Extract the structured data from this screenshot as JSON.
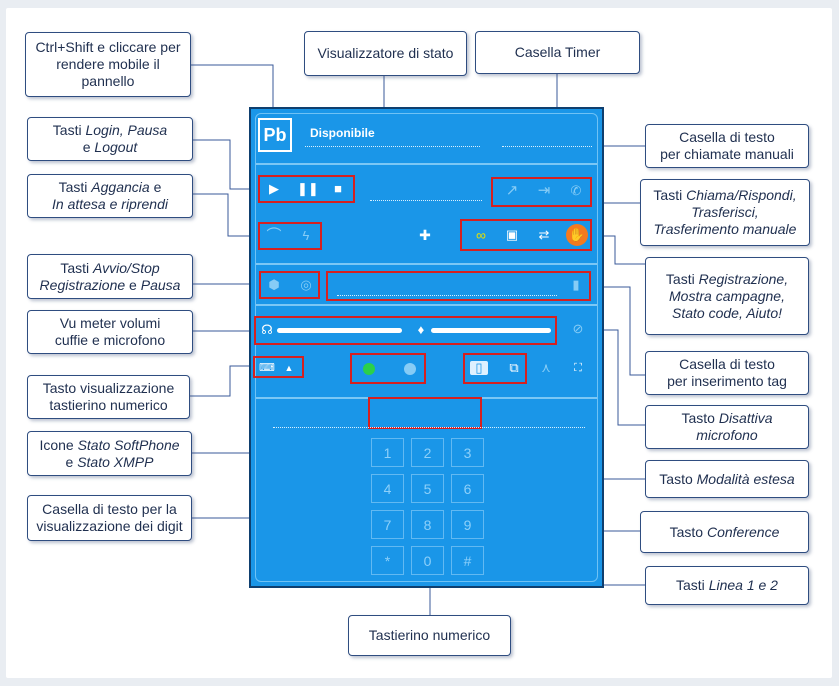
{
  "callouts": {
    "mobile_panel": "Ctrl+Shift e cliccare per\nrendere mobile il\npannello",
    "status_viewer": "Visualizzatore di stato",
    "timer_box": "Casella Timer",
    "login_pre": "Tasti ",
    "login_it1": "Login, Pausa",
    "login_mid": "\ne ",
    "login_it2": "Logout",
    "manual_call": "Casella di testo\nper chiamate manuali",
    "hook_pre": "Tasti ",
    "hook_it1": "Aggancia",
    "hook_mid": " e\n",
    "hook_it2": "In attesa e riprendi",
    "call_pre": "Tasti ",
    "call_it": "Chiama/Rispondi,\nTrasferisci,\nTrasferimento manuale",
    "rec_pre": "Tasti ",
    "rec_it": "Avvio/Stop\nRegistrazione",
    "rec_post": " e ",
    "rec_it2": "Pausa",
    "regs_pre": "Tasti ",
    "regs_it": "Registrazione,\nMostra campagne,\nStato code, Aiuto!",
    "vu_meter": "Vu meter volumi\ncuffie e microfono",
    "tag_box": "Casella di testo\nper inserimento tag",
    "keypad_btn": "Tasto visualizzazione\ntastierino numerico",
    "mute_pre": "Tasto ",
    "mute_it": "Disattiva\nmicrofono",
    "state_pre": "Icone ",
    "state_it1": "Stato SoftPhone",
    "state_mid": "\ne ",
    "state_it2": "Stato XMPP",
    "extended_pre": "Tasto ",
    "extended_it": "Modalità estesa",
    "digits_box": "Casella di testo per la\nvisualizzazione dei digit",
    "conf_pre": "Tasto ",
    "conf_it": "Conference",
    "lines_pre": "Tasti ",
    "lines_it": "Linea 1 e 2",
    "keypad": "Tastierino numerico"
  },
  "panel": {
    "logo": "Pb",
    "status": "Disponibile",
    "keypad_keys": [
      "1",
      "2",
      "3",
      "4",
      "5",
      "6",
      "7",
      "8",
      "9",
      "*",
      "0",
      "#"
    ]
  },
  "colors": {
    "panel_bg": "#1a96e8",
    "highlight": "#d62020",
    "softphone_ok": "#2bd04a",
    "help_orange": "#f47a1f",
    "rec_yellow": "#e8e000"
  },
  "icons": [
    "play-icon",
    "pause-icon",
    "stop-icon",
    "hangup-icon",
    "hold-icon",
    "puzzle-icon",
    "voicemail-icon",
    "clipboard-icon",
    "transfer-icon",
    "hand-icon",
    "call-icon",
    "forward-icon",
    "manual-transfer-icon",
    "record-icon",
    "record-pause-icon",
    "bookmark-icon",
    "headphones-icon",
    "mic-icon",
    "mic-off-icon",
    "keyboard-icon",
    "check-icon",
    "line1-icon",
    "line2-icon",
    "conference-icon",
    "expand-icon"
  ]
}
